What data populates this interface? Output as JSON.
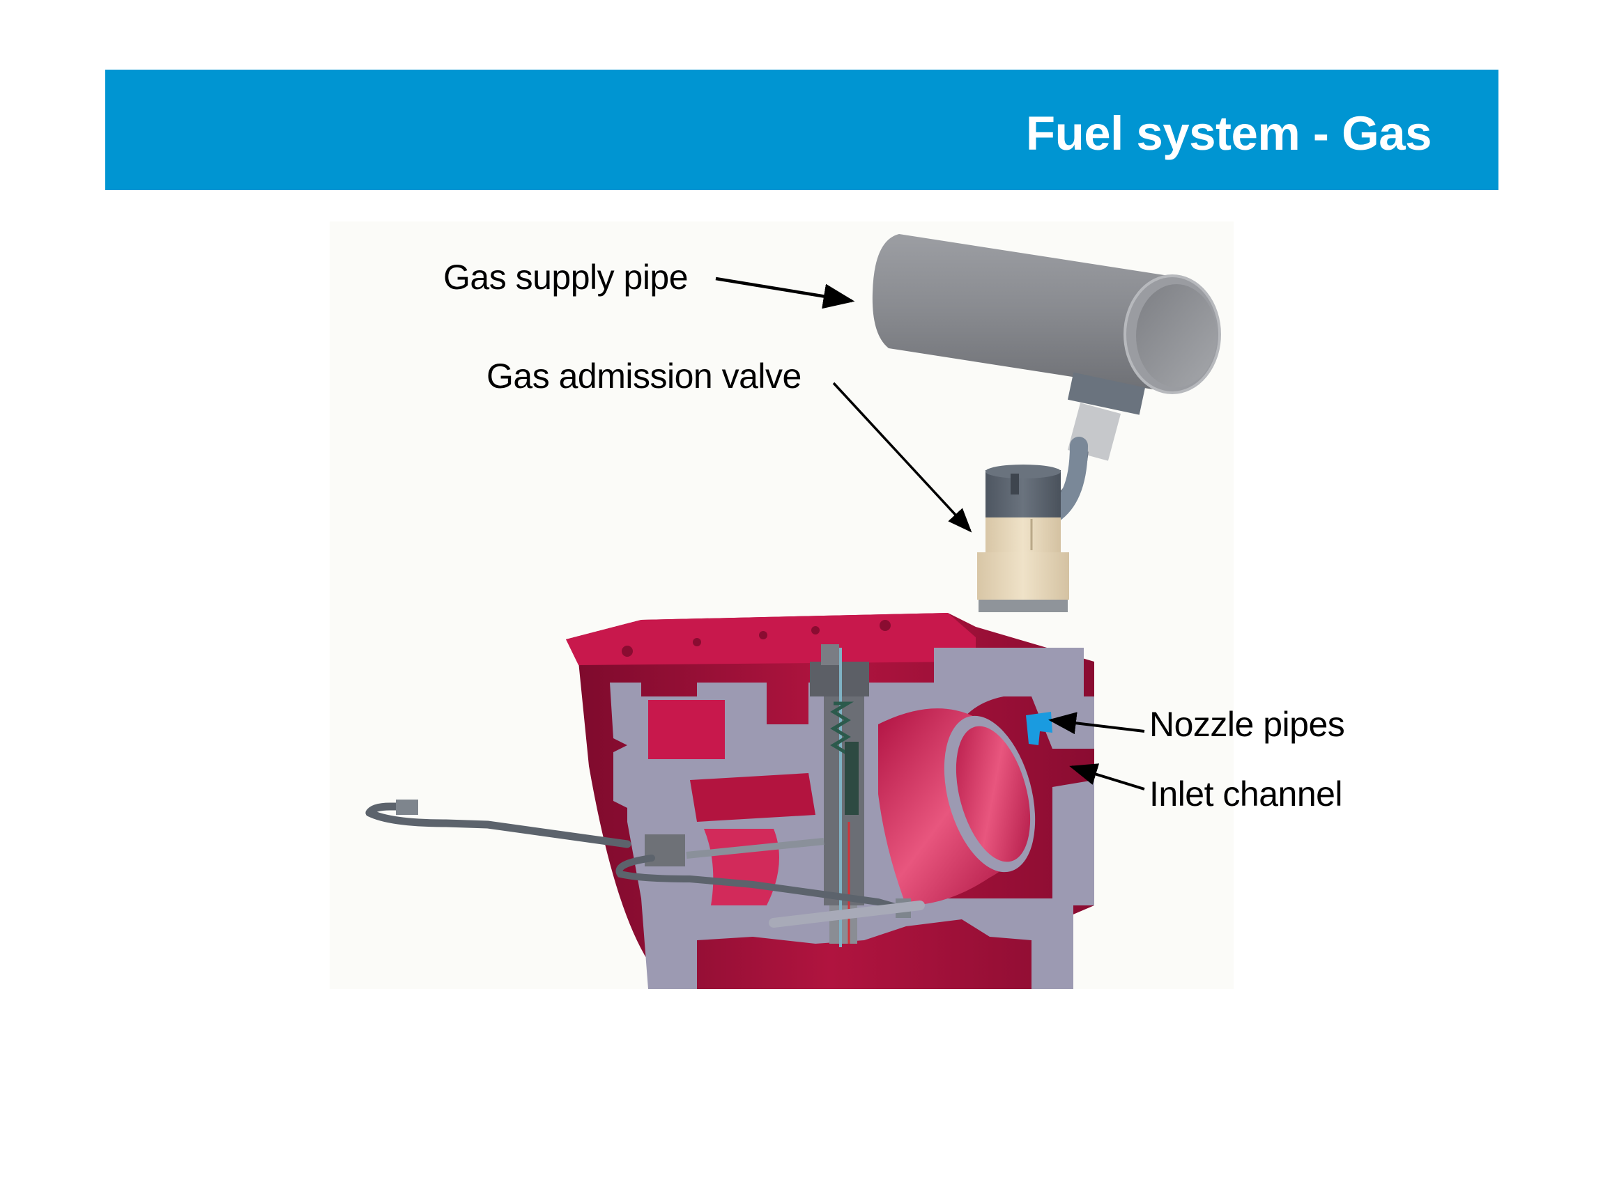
{
  "slide": {
    "title": "Fuel system - Gas",
    "header_color": "#0095d2"
  },
  "figure": {
    "description": "Cutaway of gas engine cylinder head with gas admission valve",
    "labels": {
      "gas_supply_pipe": "Gas supply pipe",
      "gas_admission_valve": "Gas admission valve",
      "nozzle_pipes": "Nozzle pipes",
      "inlet_channel": "Inlet channel"
    },
    "colors": {
      "head_crimson": "#c8184c",
      "head_dark": "#7c0a2c",
      "section_grey": "#9c9ab2",
      "pipe_grey": "#8d8f94",
      "valve_dark": "#5b6470",
      "valve_beige": "#e3d4b8",
      "nozzle_blue": "#1a9be0"
    }
  }
}
